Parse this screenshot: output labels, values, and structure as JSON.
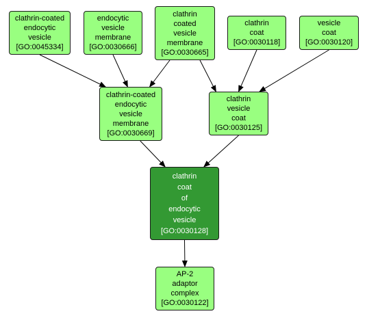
{
  "nodes": {
    "n1": {
      "lines": [
        "clathrin-coated",
        "endocytic",
        "vesicle",
        "[GO:0045334]"
      ]
    },
    "n2": {
      "lines": [
        "endocytic",
        "vesicle",
        "membrane",
        "[GO:0030666]"
      ]
    },
    "n3": {
      "lines": [
        "clathrin",
        "coated",
        "vesicle",
        "membrane",
        "[GO:0030665]"
      ]
    },
    "n4": {
      "lines": [
        "clathrin",
        "coat",
        "[GO:0030118]"
      ]
    },
    "n5": {
      "lines": [
        "vesicle",
        "coat",
        "[GO:0030120]"
      ]
    },
    "n6": {
      "lines": [
        "clathrin-coated",
        "endocytic",
        "vesicle",
        "membrane",
        "[GO:0030669]"
      ]
    },
    "n7": {
      "lines": [
        "clathrin",
        "vesicle",
        "coat",
        "[GO:0030125]"
      ]
    },
    "n8": {
      "lines": [
        "clathrin",
        "coat",
        "of",
        "endocytic",
        "vesicle",
        "[GO:0030128]"
      ]
    },
    "n9": {
      "lines": [
        "AP-2",
        "adaptor",
        "complex",
        "[GO:0030122]"
      ]
    }
  },
  "edges": [
    [
      "n1",
      "n6"
    ],
    [
      "n2",
      "n6"
    ],
    [
      "n3",
      "n6"
    ],
    [
      "n3",
      "n7"
    ],
    [
      "n4",
      "n7"
    ],
    [
      "n5",
      "n7"
    ],
    [
      "n6",
      "n8"
    ],
    [
      "n7",
      "n8"
    ],
    [
      "n8",
      "n9"
    ]
  ],
  "colors": {
    "node_fill": "#99ff80",
    "focus_fill": "#339933",
    "border": "#1a1a1a",
    "edge": "#000000"
  }
}
